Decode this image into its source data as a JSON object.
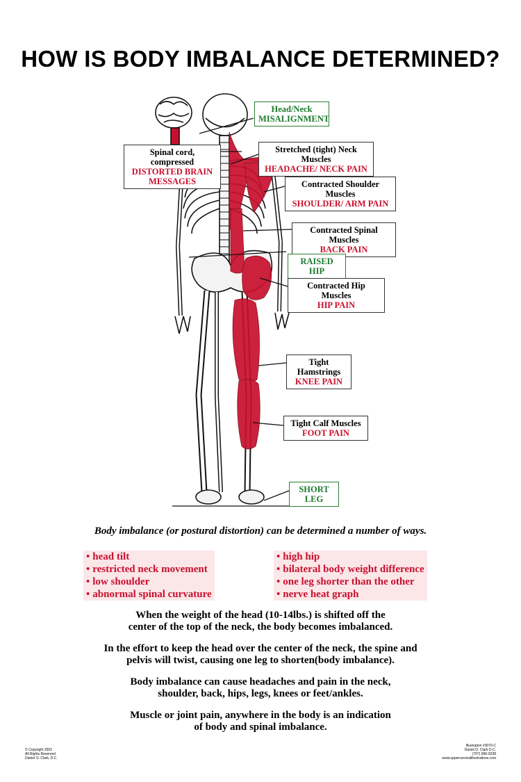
{
  "title": "HOW IS BODY IMBALANCE DETERMINED?",
  "labels": {
    "head_neck": {
      "line1": "Head/Neck",
      "line2": "MISALIGNMENT"
    },
    "spinal_cord": {
      "line1": "Spinal cord, compressed",
      "line2": "DISTORTED BRAIN",
      "line3": "MESSAGES"
    },
    "neck_muscles": {
      "line1": "Stretched (tight) Neck Muscles",
      "line2": "HEADACHE/ NECK PAIN"
    },
    "shoulder_muscles": {
      "line1": "Contracted Shoulder Muscles",
      "line2": "SHOULDER/ ARM PAIN"
    },
    "spinal_muscles": {
      "line1": "Contracted Spinal Muscles",
      "line2": "BACK PAIN"
    },
    "raised_hip": "RAISED HIP",
    "hip_muscles": {
      "line1": "Contracted Hip Muscles",
      "line2": "HIP PAIN"
    },
    "hamstrings": {
      "line1": "Tight Hamstrings",
      "line2": "KNEE PAIN"
    },
    "calf_muscles": {
      "line1": "Tight Calf Muscles",
      "line2": "FOOT PAIN"
    },
    "short_leg": "SHORT LEG"
  },
  "intro": "Body imbalance (or postural distortion) can be determined a number of ways.",
  "bullets_left": [
    "head tilt",
    "restricted neck movement",
    "low shoulder",
    "abnormal spinal curvature"
  ],
  "bullets_right": [
    "high hip",
    "bilateral body weight difference",
    "one leg shorter than the other",
    "nerve heat graph"
  ],
  "paragraphs": [
    {
      "l1": "When the weight of the head (10-14lbs.) is shifted off the",
      "l2": "center of the top of the neck, the body becomes imbalanced."
    },
    {
      "l1": "In the effort to keep the head over the center of the neck, the spine and",
      "l2": "pelvis will twist, causing one leg to shorten(body imbalance)."
    },
    {
      "l1": "Body imbalance can cause headaches and pain in the neck,",
      "l2": "shoulder, back, hips, legs, knees or feet/ankles."
    },
    {
      "l1": "Muscle or joint pain, anywhere in the body is an indication",
      "l2": "of body and spinal imbalance."
    }
  ],
  "footer_left": [
    "© Copyright 2002",
    "All Rights Reserved",
    "Daniel O. Clark, D.C."
  ],
  "footer_right": [
    "Illustration #3070-C",
    "Daniel O. Clark D.C.",
    "(707) 896-9238",
    "www.uppercervicalillustrations.com"
  ],
  "colors": {
    "muscle_red": "#c8102e",
    "green_label": "#1e7a2e",
    "bullet_bg": "#fbe6e8"
  }
}
